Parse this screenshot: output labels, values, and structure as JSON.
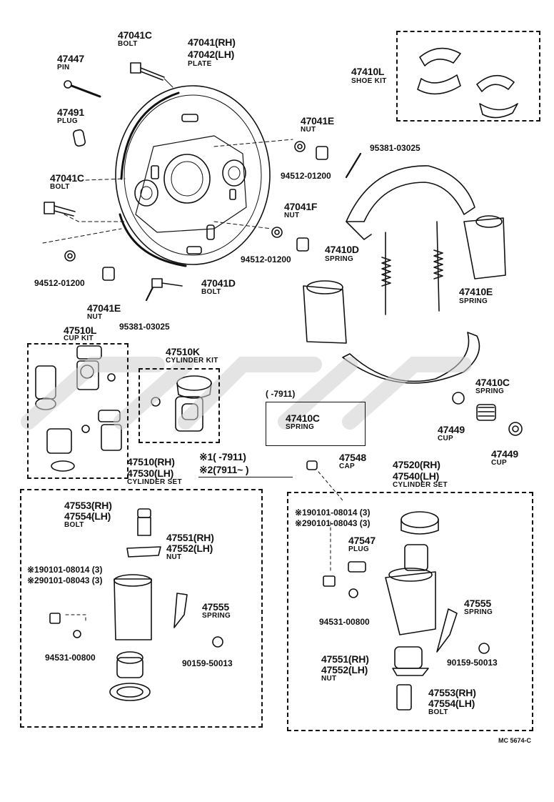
{
  "diagram": {
    "parts": {
      "p47041C_top": {
        "number": "47041C",
        "desc": "BOLT"
      },
      "p47041_plate": {
        "number_rh": "47041(RH)",
        "number_lh": "47042(LH)",
        "desc": "PLATE"
      },
      "p47447": {
        "number": "47447",
        "desc": "PIN"
      },
      "p47491": {
        "number": "47491",
        "desc": "PLUG"
      },
      "p47041C_left": {
        "number": "47041C",
        "desc": "BOLT"
      },
      "p47410L": {
        "number": "47410L",
        "desc": "SHOE KIT"
      },
      "p47041E_top": {
        "number": "47041E",
        "desc": "NUT"
      },
      "p95381_top": {
        "number": "95381-03025"
      },
      "p94512_top": {
        "number": "94512-01200"
      },
      "p47041F": {
        "number": "47041F",
        "desc": "NUT"
      },
      "p94512_mid": {
        "number": "94512-01200"
      },
      "p94512_left": {
        "number": "94512-01200"
      },
      "p47410D": {
        "number": "47410D",
        "desc": "SPRING"
      },
      "p47410E": {
        "number": "47410E",
        "desc": "SPRING"
      },
      "p47041D": {
        "number": "47041D",
        "desc": "BOLT"
      },
      "p47041E_bot": {
        "number": "47041E",
        "desc": "NUT"
      },
      "p95381_bot": {
        "number": "95381-03025"
      },
      "p47510L": {
        "number": "47510L",
        "desc": "CUP KIT"
      },
      "p47510K": {
        "number": "47510K",
        "desc": "CYLINDER KIT"
      },
      "p47410C_box": {
        "range": "(      -7911)",
        "number": "47410C",
        "desc": "SPRING"
      },
      "p47410C_right": {
        "number": "47410C",
        "desc": "SPRING"
      },
      "p47449_a": {
        "number": "47449",
        "desc": "CUP"
      },
      "p47449_b": {
        "number": "47449",
        "desc": "CUP"
      },
      "p47510_set": {
        "number_rh": "47510(RH)",
        "number_lh": "47530(LH)",
        "desc": "CYLINDER SET"
      },
      "note1": "※1(        -7911)",
      "note2": "※2(7911~          )",
      "p47548": {
        "number": "47548",
        "desc": "CAP"
      },
      "p47520_set": {
        "number_rh": "47520(RH)",
        "number_lh": "47540(LH)",
        "desc": "CYLINDER SET"
      },
      "p47553_left": {
        "number_rh": "47553(RH)",
        "number_lh": "47554(LH)",
        "desc": "BOLT"
      },
      "p47551_left": {
        "number_rh": "47551(RH)",
        "number_lh": "47552(LH)",
        "desc": "NUT"
      },
      "p90101_left": {
        "line1": "※190101-08014 (3)",
        "line2": "※290101-08043 (3)"
      },
      "p47555_left": {
        "number": "47555",
        "desc": "SPRING"
      },
      "p94531_left": {
        "number": "94531-00800"
      },
      "p90159_left": {
        "number": "90159-50013"
      },
      "p90101_right": {
        "line1": "※190101-08014 (3)",
        "line2": "※290101-08043 (3)"
      },
      "p47547": {
        "number": "47547",
        "desc": "PLUG"
      },
      "p94531_right": {
        "number": "94531-00800"
      },
      "p47555_right": {
        "number": "47555",
        "desc": "SPRING"
      },
      "p90159_right": {
        "number": "90159-50013"
      },
      "p47551_right": {
        "number_rh": "47551(RH)",
        "number_lh": "47552(LH)",
        "desc": "NUT"
      },
      "p47553_right": {
        "number_rh": "47553(RH)",
        "number_lh": "47554(LH)",
        "desc": "BOLT"
      }
    },
    "footer_code": "MC 5674-C"
  }
}
